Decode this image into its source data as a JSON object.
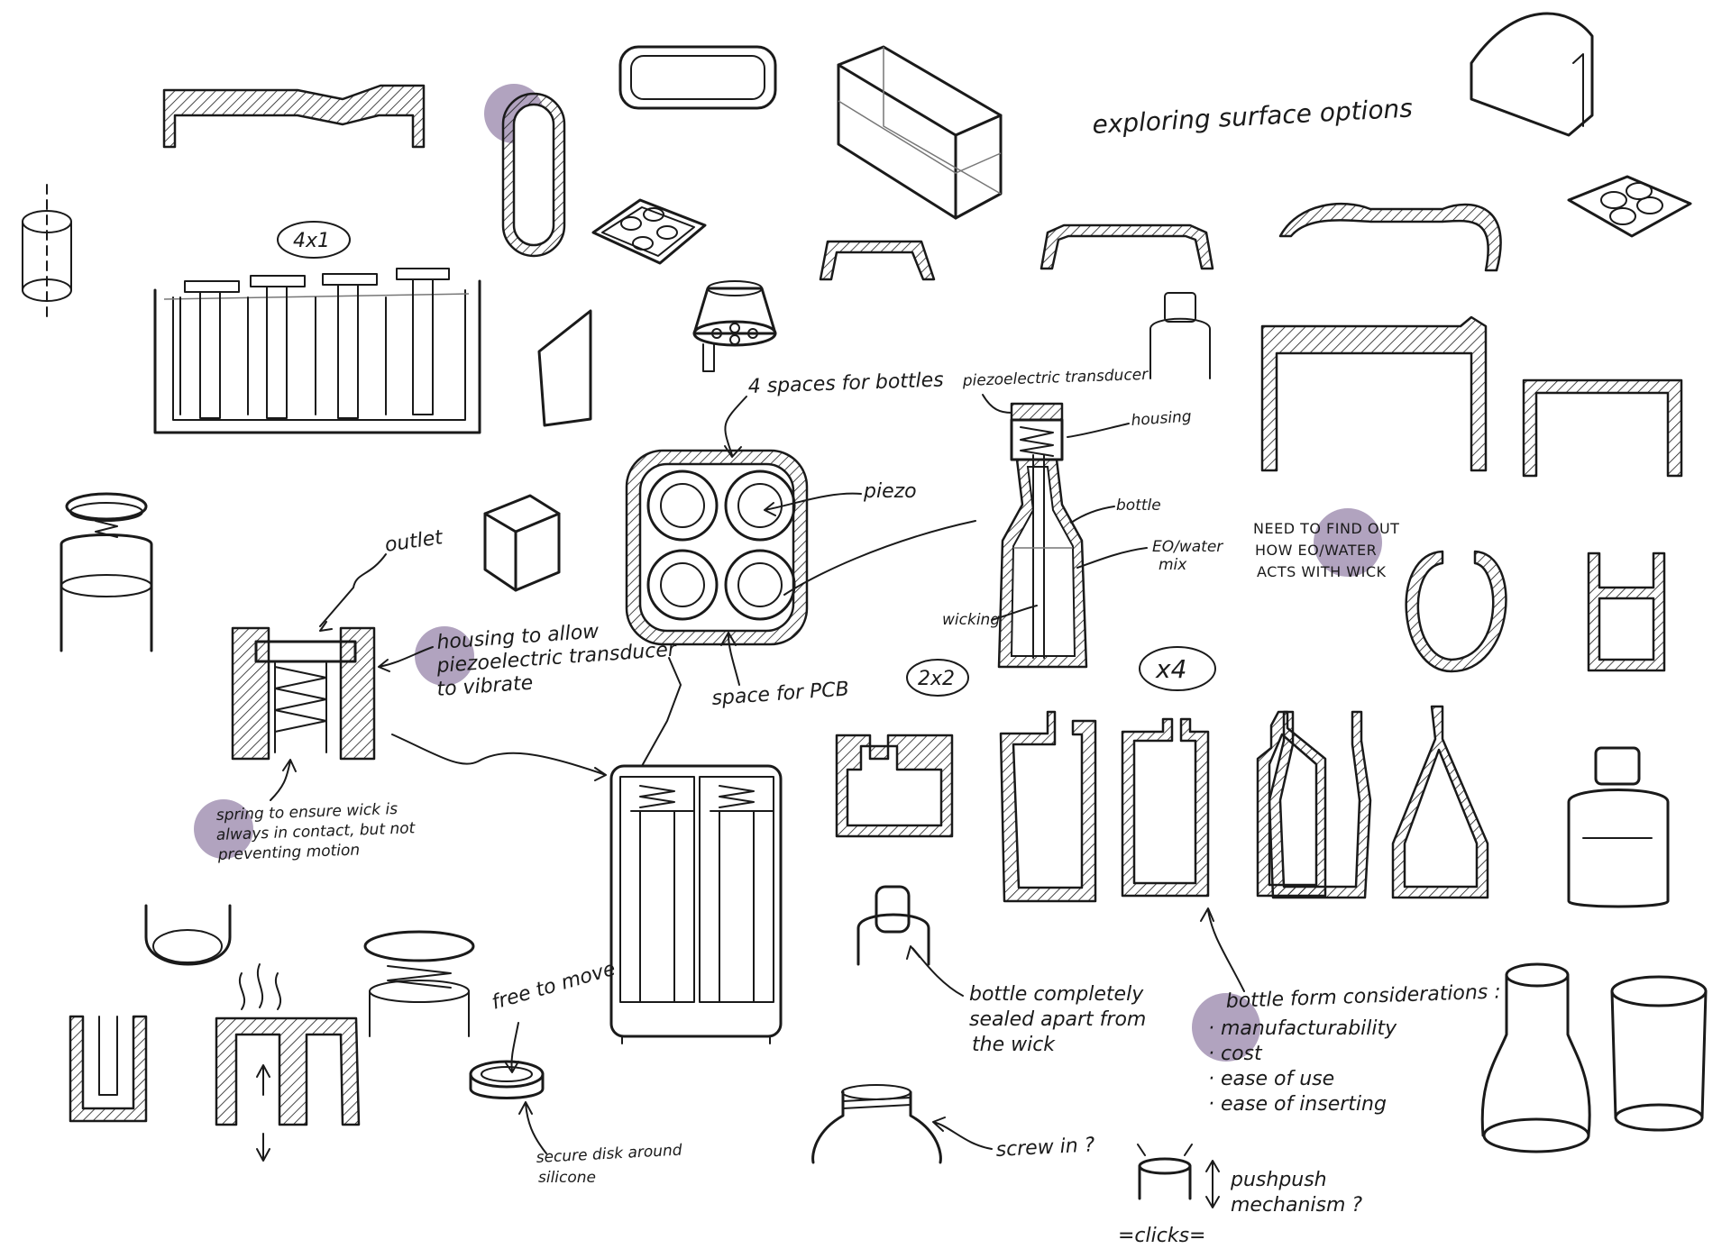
{
  "colors": {
    "ink": "#1a1a1a",
    "highlight": "#a899b8",
    "paper": "#ffffff"
  },
  "labels": {
    "exploring_surface_options": "exploring surface options",
    "layout_4x1": "4x1",
    "four_spaces_for_bottles": "4 spaces for bottles",
    "piezo": "piezo",
    "space_for_pcb": "space for PCB",
    "piezoelectric_transducer": "piezoelectric transducer",
    "housing": "housing",
    "bottle": "bottle",
    "eo_water_mix_1": "EO/water",
    "eo_water_mix_2": "mix",
    "wicking": "wicking",
    "outlet": "outlet",
    "housing_note_1": "housing to allow",
    "housing_note_2": "piezoelectric transducer",
    "housing_note_3": "to vibrate",
    "spring_note_1": "spring to ensure wick is",
    "spring_note_2": "always in contact, but not",
    "spring_note_3": "preventing motion",
    "need_note_1": "NEED TO FIND OUT",
    "need_note_2": "HOW EO/WATER",
    "need_note_3": "ACTS WITH WICK",
    "layout_2x2": "2x2",
    "layout_x4": "x4",
    "free_to_move": "free to move",
    "secure_disk_1": "secure disk around",
    "secure_disk_2": "silicone",
    "sealed_note_1": "bottle completely",
    "sealed_note_2": "sealed apart from",
    "sealed_note_3": "the wick",
    "form_title": "bottle form considerations :",
    "form_items": [
      "· manufacturability",
      "· cost",
      "· ease of use",
      "· ease of inserting"
    ],
    "screw_in": "screw in ?",
    "pushpush_1": "pushpush",
    "pushpush_2": "mechanism ?",
    "clicks": "=clicks="
  }
}
